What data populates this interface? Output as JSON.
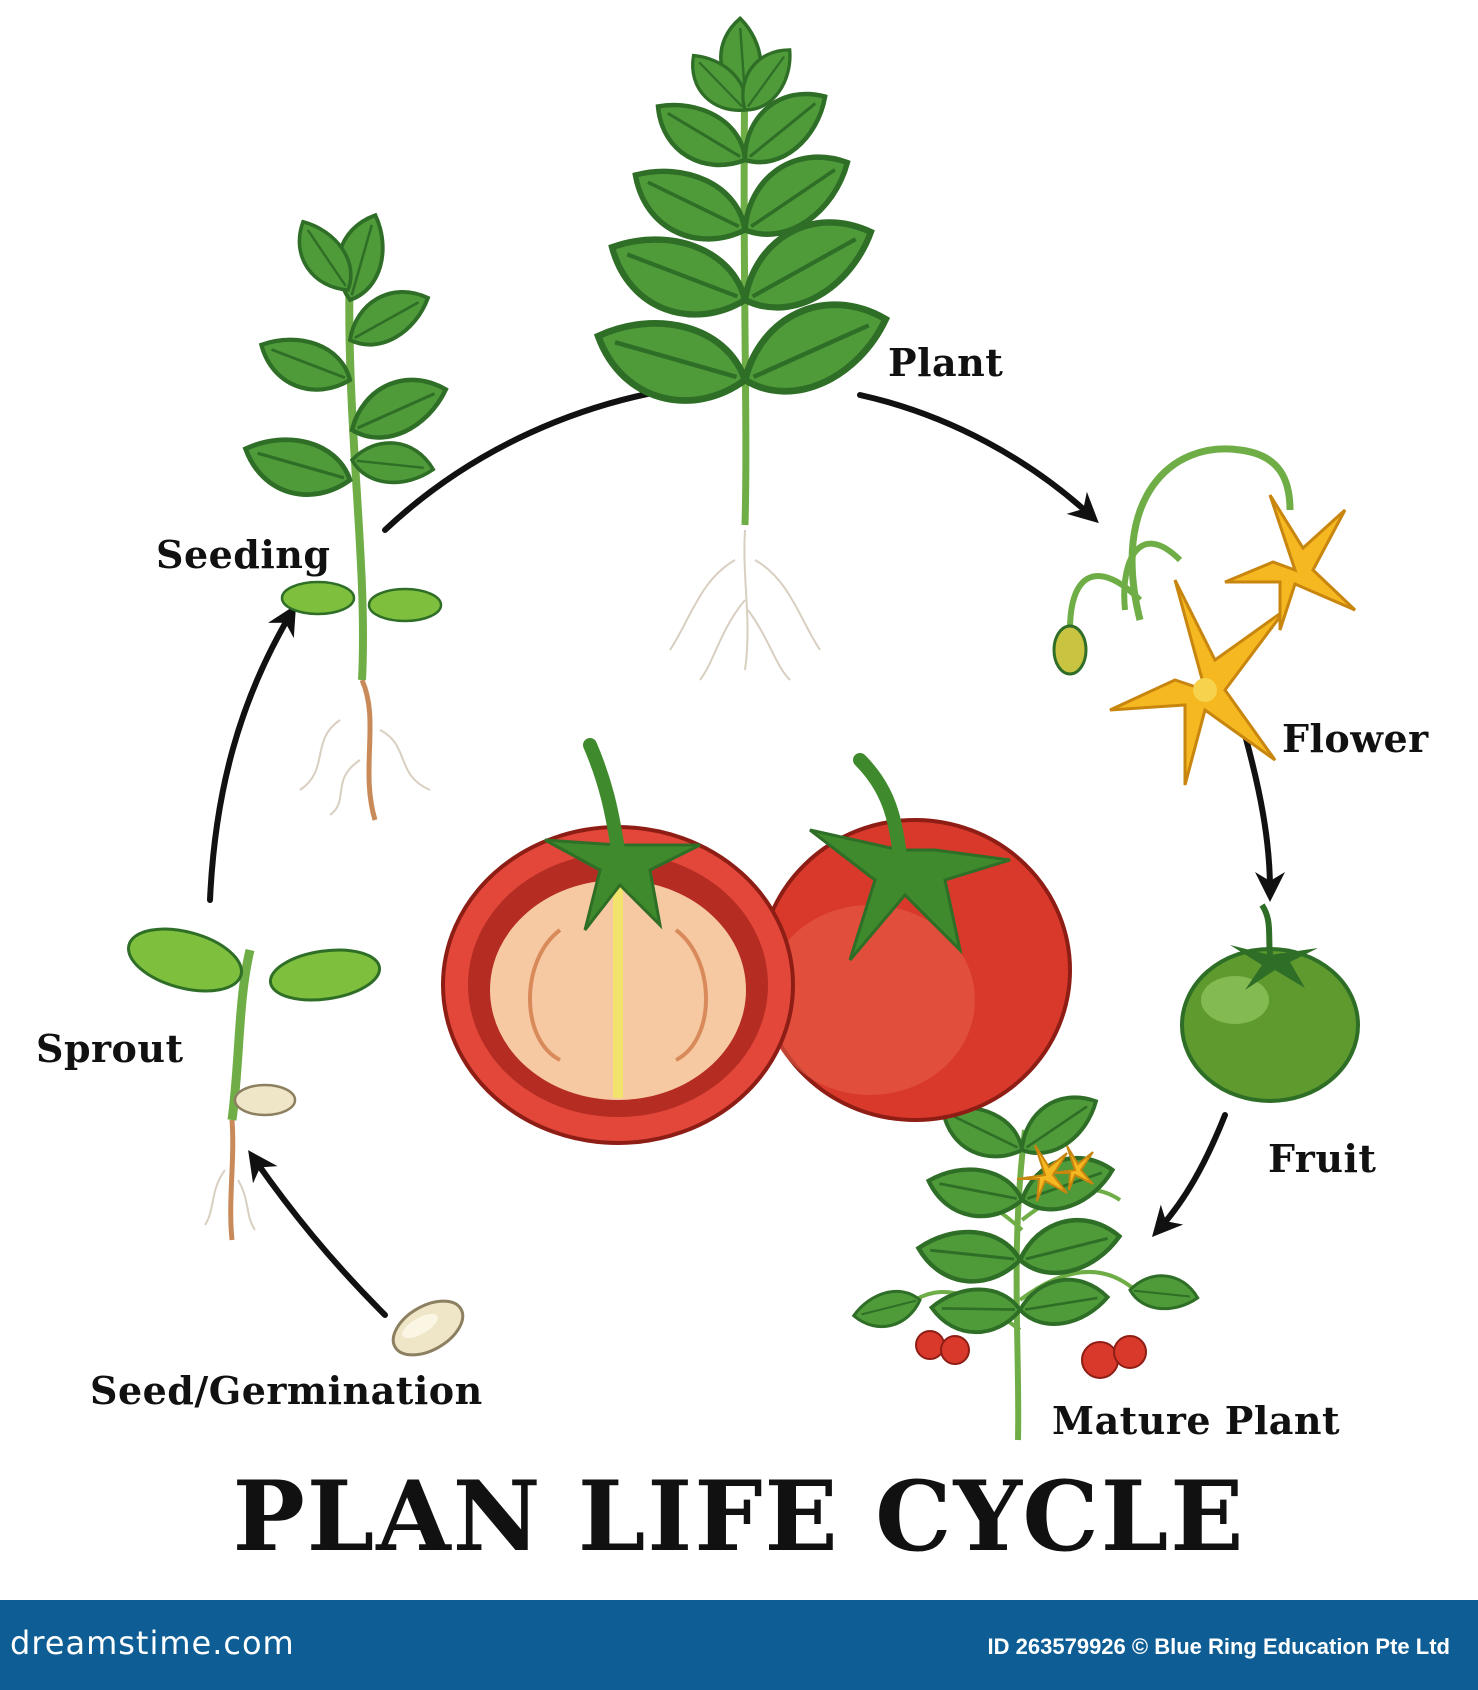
{
  "diagram": {
    "title": "PLAN LIFE CYCLE",
    "stages": [
      {
        "id": "seed",
        "label": "Seed/Germination",
        "icon": "seed-icon"
      },
      {
        "id": "sprout",
        "label": "Sprout",
        "icon": "sprout-icon"
      },
      {
        "id": "seeding",
        "label": "Seeding",
        "icon": "seedling-icon"
      },
      {
        "id": "plant",
        "label": "Plant",
        "icon": "plant-icon"
      },
      {
        "id": "flower",
        "label": "Flower",
        "icon": "flower-icon"
      },
      {
        "id": "fruit",
        "label": "Fruit",
        "icon": "green-tomato-icon"
      },
      {
        "id": "mature",
        "label": "Mature Plant",
        "icon": "mature-plant-icon"
      }
    ],
    "center_image": "tomato-icon"
  },
  "footer": {
    "brand": "dreamstime.com",
    "credit": "ID 263579926 © Blue Ring Education Pte Ltd"
  },
  "colors": {
    "leaf": "#4f9b3a",
    "leaf_dark": "#2f6e26",
    "stem": "#6fae47",
    "tomato": "#d8392b",
    "tomato_inner": "#f6c9a2",
    "flower": "#f5b820",
    "footer": "#0e5e95",
    "arrow": "#111111"
  }
}
